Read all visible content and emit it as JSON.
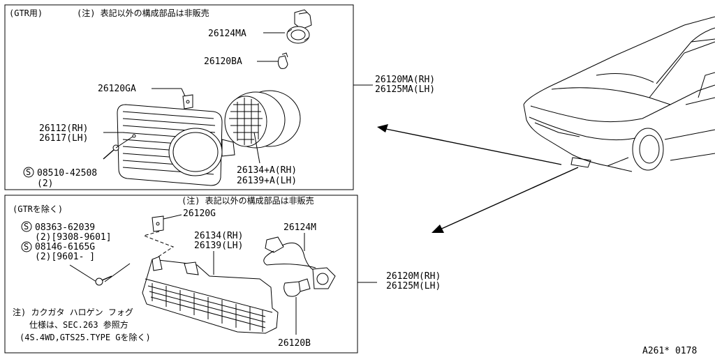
{
  "panel_top": {
    "header_variant": "(GTR用)",
    "header_note": "(注) 表記以外の構成部品は非販売",
    "labels": {
      "bulb_socket": "26124MA",
      "bulb": "26120BA",
      "bracket": "26120GA",
      "cover_rh": "26112(RH)",
      "cover_lh": "26117(LH)",
      "screw_part": "08510-42508",
      "screw_qty": "(2)",
      "lens_rh": "26134+A(RH)",
      "lens_lh": "26139+A(LH)"
    },
    "assembly_rh": "26120MA(RH)",
    "assembly_lh": "26125MA(LH)",
    "screw_symbol": "S"
  },
  "panel_bottom": {
    "header_variant": "(GTRを除く)",
    "header_note": "(注) 表記以外の構成部品は非販売",
    "labels": {
      "screw1_part": "08363-62039",
      "screw1_qty": "(2)[9308-9601]",
      "screw2_part": "08146-6165G",
      "screw2_qty": "(2)[9601-     ]",
      "bracket": "26120G",
      "lens_rh": "26134(RH)",
      "lens_lh": "26139(LH)",
      "harness": "26124M",
      "bulb": "26120B"
    },
    "footnote_1": "注) カクガタ ハロゲン フォグ",
    "footnote_2": "仕様は、SEC.263 参照方",
    "footnote_3": "(4S.4WD,GTS25.TYPE Gを除く)",
    "assembly_rh": "26120M(RH)",
    "assembly_lh": "26125M(LH)",
    "screw_symbol": "S"
  },
  "figure_code": "A261* 0178"
}
